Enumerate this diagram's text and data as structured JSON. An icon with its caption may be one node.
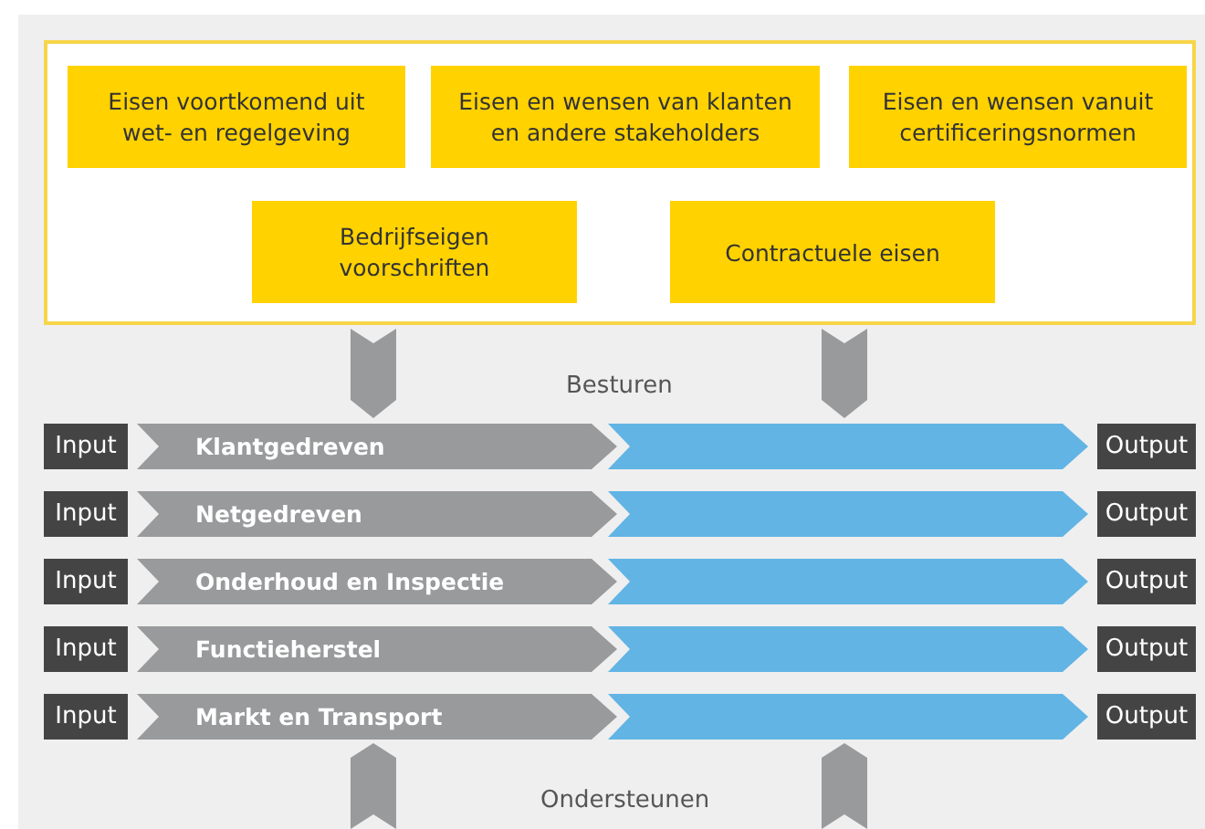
{
  "diagram": {
    "nodes": [
      {
        "text": [],
        "shape": "box"
      },
      {
        "text": [
          "Eisen voortkomend uit wet- en regelgeving"
        ],
        "in": 0
      },
      {
        "text": [
          "Eisen en wensen van klanten en andere stakeholders"
        ],
        "in": 0
      },
      {
        "text": [
          "Eisen en wensen vanuit certificeringsnormen"
        ],
        "in": 0
      },
      {
        "text": [
          "Bedrijfseigen voorschriften"
        ],
        "in": 0
      },
      {
        "text": [
          "Contractuele eisen"
        ],
        "in": 0
      },
      {
        "text": [
          "Input"
        ]
      },
      {
        "text": [
          "Klantgedreven"
        ]
      },
      {
        "text": [],
        "shape": "chevron"
      },
      {
        "text": [
          "Output"
        ]
      },
      {
        "text": [
          "Input"
        ]
      },
      {
        "text": [
          "Netgedreven"
        ]
      },
      {
        "text": [],
        "shape": "chevron"
      },
      {
        "text": [
          "Output"
        ]
      },
      {
        "text": [
          "Input"
        ]
      },
      {
        "text": [
          "Onderhoud en Inspectie"
        ]
      },
      {
        "text": [],
        "shape": "chevron"
      },
      {
        "text": [
          "Output"
        ]
      },
      {
        "text": [
          "Input"
        ]
      },
      {
        "text": [
          "Functieherstel"
        ]
      },
      {
        "text": [],
        "shape": "chevron"
      },
      {
        "text": [
          "Output"
        ]
      },
      {
        "text": [
          "Input"
        ]
      },
      {
        "text": [
          "Markt en Transport"
        ]
      },
      {
        "text": [],
        "shape": "chevron"
      },
      {
        "text": [
          "Output"
        ]
      }
    ],
    "edges": [
      {
        "from": 0,
        "to": 7,
        "arrow": "to"
      },
      {
        "from": 0,
        "to": 8,
        "arrow": "to"
      },
      {
        "from": null,
        "to": 23,
        "arrow": "to"
      },
      {
        "from": null,
        "to": 24,
        "arrow": "to"
      }
    ],
    "labels": [
      "Besturen",
      "Ondersteunen"
    ]
  }
}
